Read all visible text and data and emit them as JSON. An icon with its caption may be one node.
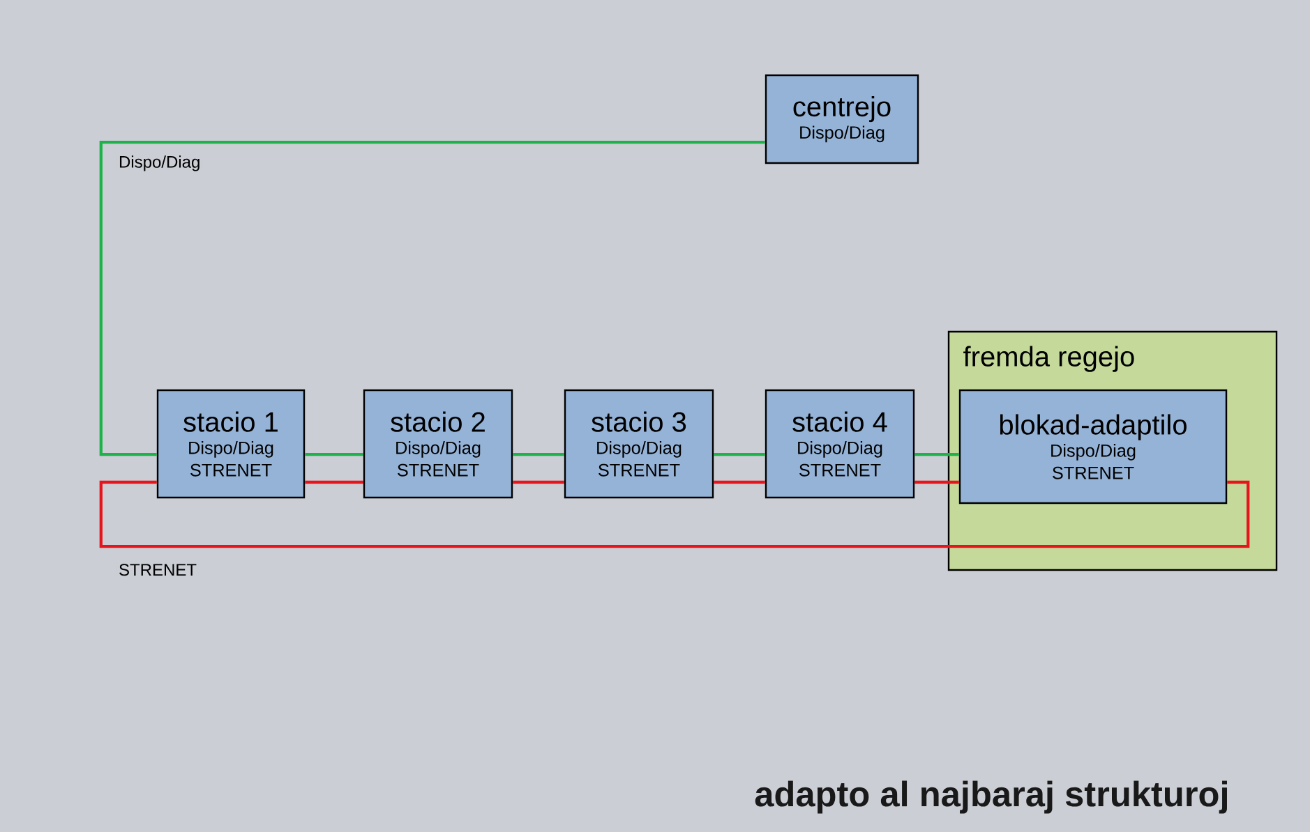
{
  "diagram": {
    "title": "adapto al najbaraj strukturoj",
    "nodes": [
      {
        "text": [
          "centrejo",
          "Dispo/Diag"
        ]
      },
      {
        "text": [
          "stacio 1",
          "Dispo/Diag",
          "STRENET"
        ]
      },
      {
        "text": [
          "stacio 2",
          "Dispo/Diag",
          "STRENET"
        ]
      },
      {
        "text": [
          "stacio 3",
          "Dispo/Diag",
          "STRENET"
        ]
      },
      {
        "text": [
          "stacio 4",
          "Dispo/Diag",
          "STRENET"
        ]
      },
      {
        "text": [
          "fremda regejo"
        ]
      },
      {
        "text": [
          "blokad-adaptilo",
          "Dispo/Diag",
          "STRENET"
        ],
        "in": 5
      }
    ],
    "edges": [
      {
        "from": 0,
        "to": 1,
        "arrow": "none",
        "color": "#1db34a",
        "label": "Dispo/Diag"
      },
      {
        "from": 1,
        "to": 2,
        "arrow": "none",
        "color": "#1db34a"
      },
      {
        "from": 2,
        "to": 3,
        "arrow": "none",
        "color": "#1db34a"
      },
      {
        "from": 3,
        "to": 4,
        "arrow": "none",
        "color": "#1db34a"
      },
      {
        "from": 4,
        "to": 6,
        "arrow": "none",
        "color": "#1db34a"
      },
      {
        "from": 1,
        "to": 2,
        "arrow": "none",
        "color": "#e8141c"
      },
      {
        "from": 2,
        "to": 3,
        "arrow": "none",
        "color": "#e8141c"
      },
      {
        "from": 3,
        "to": 4,
        "arrow": "none",
        "color": "#e8141c"
      },
      {
        "from": 4,
        "to": 6,
        "arrow": "none",
        "color": "#e8141c"
      },
      {
        "from": 6,
        "to": 1,
        "arrow": "none",
        "color": "#e8141c",
        "label": "STRENET"
      }
    ]
  }
}
